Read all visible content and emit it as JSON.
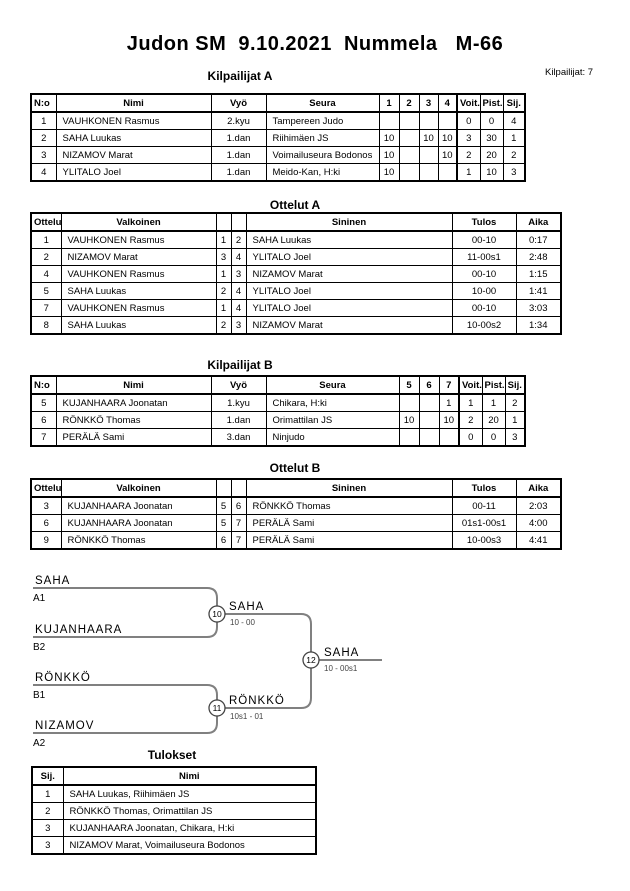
{
  "header": {
    "title": "Judon SM  9.10.2021  Nummela   M-66",
    "participants_label": "Kilpailijat: 7"
  },
  "colors": {
    "table_border": "#000000",
    "bracket_line": "#808080"
  },
  "pool_a": {
    "title": "Kilpailijat A",
    "headers": {
      "no": "N:o",
      "name": "Nimi",
      "belt": "Vyö",
      "club": "Seura",
      "rounds": [
        "1",
        "2",
        "3",
        "4"
      ],
      "wins": "Voit.",
      "points": "Pist.",
      "place": "Sij."
    },
    "rows": [
      {
        "no": "1",
        "name": "VAUHKONEN Rasmus",
        "belt": "2.kyu",
        "club": "Tampereen Judo",
        "r": [
          "",
          "",
          "",
          ""
        ],
        "wins": "0",
        "points": "0",
        "place": "4"
      },
      {
        "no": "2",
        "name": "SAHA Luukas",
        "belt": "1.dan",
        "club": "Riihimäen JS",
        "r": [
          "10",
          "",
          "10",
          "10"
        ],
        "wins": "3",
        "points": "30",
        "place": "1"
      },
      {
        "no": "3",
        "name": "NIZAMOV Marat",
        "belt": "1.dan",
        "club": "Voimailuseura Bodonos",
        "r": [
          "10",
          "",
          "",
          "10"
        ],
        "wins": "2",
        "points": "20",
        "place": "2"
      },
      {
        "no": "4",
        "name": "YLITALO Joel",
        "belt": "1.dan",
        "club": "Meido-Kan, H:ki",
        "r": [
          "10",
          "",
          "",
          ""
        ],
        "wins": "1",
        "points": "10",
        "place": "3"
      }
    ]
  },
  "matches_a": {
    "title": "Ottelut A",
    "headers": {
      "match": "Ottelu",
      "white": "Valkoinen",
      "blue": "Sininen",
      "result": "Tulos",
      "time": "Aika"
    },
    "rows": [
      {
        "no": "1",
        "white": "VAUHKONEN Rasmus",
        "wno": "1",
        "bno": "2",
        "blue": "SAHA Luukas",
        "result": "00-10",
        "time": "0:17"
      },
      {
        "no": "2",
        "white": "NIZAMOV Marat",
        "wno": "3",
        "bno": "4",
        "blue": "YLITALO Joel",
        "result": "11-00s1",
        "time": "2:48"
      },
      {
        "no": "4",
        "white": "VAUHKONEN Rasmus",
        "wno": "1",
        "bno": "3",
        "blue": "NIZAMOV Marat",
        "result": "00-10",
        "time": "1:15"
      },
      {
        "no": "5",
        "white": "SAHA Luukas",
        "wno": "2",
        "bno": "4",
        "blue": "YLITALO Joel",
        "result": "10-00",
        "time": "1:41"
      },
      {
        "no": "7",
        "white": "VAUHKONEN Rasmus",
        "wno": "1",
        "bno": "4",
        "blue": "YLITALO Joel",
        "result": "00-10",
        "time": "3:03"
      },
      {
        "no": "8",
        "white": "SAHA Luukas",
        "wno": "2",
        "bno": "3",
        "blue": "NIZAMOV Marat",
        "result": "10-00s2",
        "time": "1:34"
      }
    ]
  },
  "pool_b": {
    "title": "Kilpailijat B",
    "headers": {
      "no": "N:o",
      "name": "Nimi",
      "belt": "Vyö",
      "club": "Seura",
      "rounds": [
        "5",
        "6",
        "7"
      ],
      "wins": "Voit.",
      "points": "Pist.",
      "place": "Sij."
    },
    "rows": [
      {
        "no": "5",
        "name": "KUJANHAARA Joonatan",
        "belt": "1.kyu",
        "club": "Chikara, H:ki",
        "r": [
          "",
          "",
          "1"
        ],
        "wins": "1",
        "points": "1",
        "place": "2"
      },
      {
        "no": "6",
        "name": "RÖNKKÖ Thomas",
        "belt": "1.dan",
        "club": "Orimattilan JS",
        "r": [
          "10",
          "",
          "10"
        ],
        "wins": "2",
        "points": "20",
        "place": "1"
      },
      {
        "no": "7",
        "name": "PERÄLÄ Sami",
        "belt": "3.dan",
        "club": "Ninjudo",
        "r": [
          "",
          "",
          ""
        ],
        "wins": "0",
        "points": "0",
        "place": "3"
      }
    ]
  },
  "matches_b": {
    "title": "Ottelut B",
    "headers": {
      "match": "Ottelu",
      "white": "Valkoinen",
      "blue": "Sininen",
      "result": "Tulos",
      "time": "Aika"
    },
    "rows": [
      {
        "no": "3",
        "white": "KUJANHAARA Joonatan",
        "wno": "5",
        "bno": "6",
        "blue": "RÖNKKÖ Thomas",
        "result": "00-11",
        "time": "2:03"
      },
      {
        "no": "6",
        "white": "KUJANHAARA Joonatan",
        "wno": "5",
        "bno": "7",
        "blue": "PERÄLÄ Sami",
        "result": "01s1-00s1",
        "time": "4:00"
      },
      {
        "no": "9",
        "white": "RÖNKKÖ Thomas",
        "wno": "6",
        "bno": "7",
        "blue": "PERÄLÄ Sami",
        "result": "10-00s3",
        "time": "4:41"
      }
    ]
  },
  "bracket": {
    "semifinal1": {
      "top_name": "SAHA",
      "top_seed": "A1",
      "bottom_name": "KUJANHAARA",
      "bottom_seed": "B2",
      "match_no": "10",
      "winner": "SAHA",
      "score": "10 - 00"
    },
    "semifinal2": {
      "top_name": "RÖNKKÖ",
      "top_seed": "B1",
      "bottom_name": "NIZAMOV",
      "bottom_seed": "A2",
      "match_no": "11",
      "winner": "RÖNKKÖ",
      "score": "10s1 - 01"
    },
    "final": {
      "match_no": "12",
      "winner": "SAHA",
      "score": "10 - 00s1"
    }
  },
  "results": {
    "title": "Tulokset",
    "headers": {
      "place": "Sij.",
      "name": "Nimi"
    },
    "rows": [
      {
        "place": "1",
        "name": "SAHA Luukas, Riihimäen JS"
      },
      {
        "place": "2",
        "name": "RÖNKKÖ Thomas, Orimattilan JS"
      },
      {
        "place": "3",
        "name": "KUJANHAARA Joonatan, Chikara, H:ki"
      },
      {
        "place": "3",
        "name": "NIZAMOV Marat, Voimailuseura Bodonos"
      }
    ]
  }
}
